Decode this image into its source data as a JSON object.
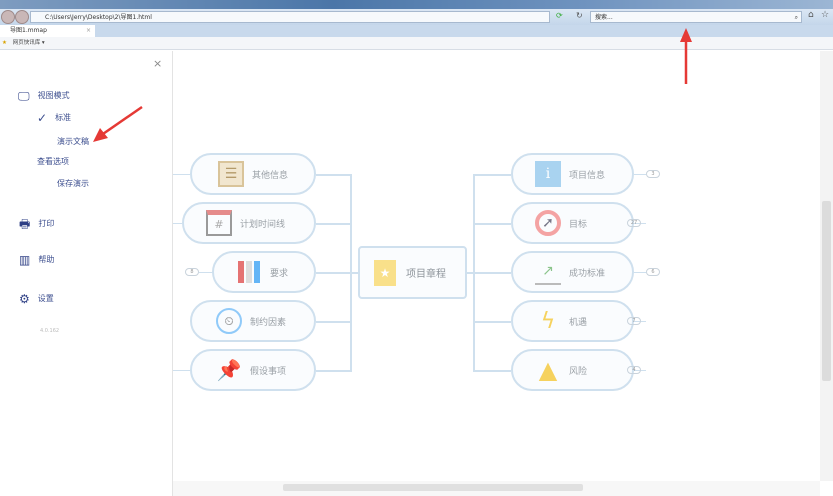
{
  "browser": {
    "address": "C:\\Users\\Jerry\\Desktop\\2\\导图1.html",
    "search_placeholder": "搜索...",
    "tab_title": "导图1.mmap",
    "favorites_label": "网页快讯库 ▾"
  },
  "sidebar": {
    "close": "×",
    "items": [
      {
        "label": "视图模式",
        "icon": "monitor-icon"
      },
      {
        "label": "标准",
        "icon": "check-icon",
        "checked": true
      },
      {
        "label": "演示文稿"
      },
      {
        "label": "查看选项"
      },
      {
        "label": "保存演示"
      },
      {
        "label": "打印",
        "icon": "printer-icon"
      },
      {
        "label": "帮助",
        "icon": "map-icon"
      },
      {
        "label": "设置",
        "icon": "gear-icon"
      }
    ],
    "version": "4.0.162"
  },
  "mindmap": {
    "center": "项目章程",
    "left": [
      {
        "label": "其他信息",
        "icon": "clipboard-icon"
      },
      {
        "label": "计划时间线",
        "icon": "calendar-icon"
      },
      {
        "label": "要求",
        "icon": "binders-icon",
        "badge": "8"
      },
      {
        "label": "制约因素",
        "icon": "clock-icon"
      },
      {
        "label": "假设事项",
        "icon": "pushpin-icon"
      }
    ],
    "right": [
      {
        "label": "项目信息",
        "icon": "info-icon",
        "badge": "3"
      },
      {
        "label": "目标",
        "icon": "target-icon",
        "badge": "27"
      },
      {
        "label": "成功标准",
        "icon": "chart-board-icon",
        "badge": "6"
      },
      {
        "label": "机遇",
        "icon": "lightning-icon",
        "badge": "7"
      },
      {
        "label": "风险",
        "icon": "warning-icon",
        "badge": "4"
      }
    ]
  },
  "colors": {
    "accent": "#3d4f8f",
    "node_border": "#cfe0ee",
    "annotation_arrow": "#e53935"
  }
}
